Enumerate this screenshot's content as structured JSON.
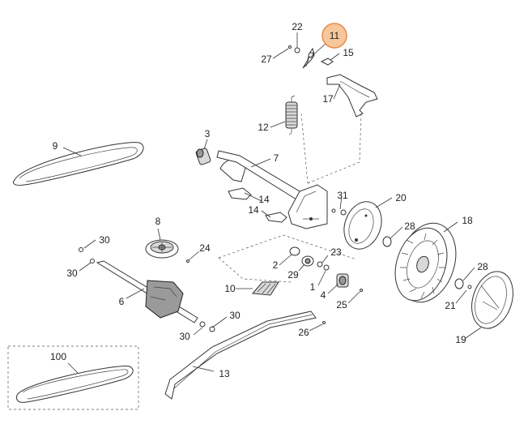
{
  "highlight": {
    "label": "11",
    "fill": "#f6c79a",
    "stroke": "#e8894a"
  },
  "callouts": [
    {
      "id": "22",
      "label": "22"
    },
    {
      "id": "11",
      "label": "11"
    },
    {
      "id": "27",
      "label": "27"
    },
    {
      "id": "15",
      "label": "15"
    },
    {
      "id": "17",
      "label": "17"
    },
    {
      "id": "12",
      "label": "12"
    },
    {
      "id": "3",
      "label": "3"
    },
    {
      "id": "9",
      "label": "9"
    },
    {
      "id": "7",
      "label": "7"
    },
    {
      "id": "14a",
      "label": "14"
    },
    {
      "id": "14b",
      "label": "14"
    },
    {
      "id": "31",
      "label": "31"
    },
    {
      "id": "20",
      "label": "20"
    },
    {
      "id": "8",
      "label": "8"
    },
    {
      "id": "28a",
      "label": "28"
    },
    {
      "id": "18",
      "label": "18"
    },
    {
      "id": "30a",
      "label": "30"
    },
    {
      "id": "24",
      "label": "24"
    },
    {
      "id": "30b",
      "label": "30"
    },
    {
      "id": "2",
      "label": "2"
    },
    {
      "id": "23",
      "label": "23"
    },
    {
      "id": "29",
      "label": "29"
    },
    {
      "id": "28b",
      "label": "28"
    },
    {
      "id": "1",
      "label": "1"
    },
    {
      "id": "10",
      "label": "10"
    },
    {
      "id": "6",
      "label": "6"
    },
    {
      "id": "4",
      "label": "4"
    },
    {
      "id": "25",
      "label": "25"
    },
    {
      "id": "21",
      "label": "21"
    },
    {
      "id": "30c",
      "label": "30"
    },
    {
      "id": "30d",
      "label": "30"
    },
    {
      "id": "26",
      "label": "26"
    },
    {
      "id": "19",
      "label": "19"
    },
    {
      "id": "100",
      "label": "100"
    },
    {
      "id": "13",
      "label": "13"
    }
  ]
}
